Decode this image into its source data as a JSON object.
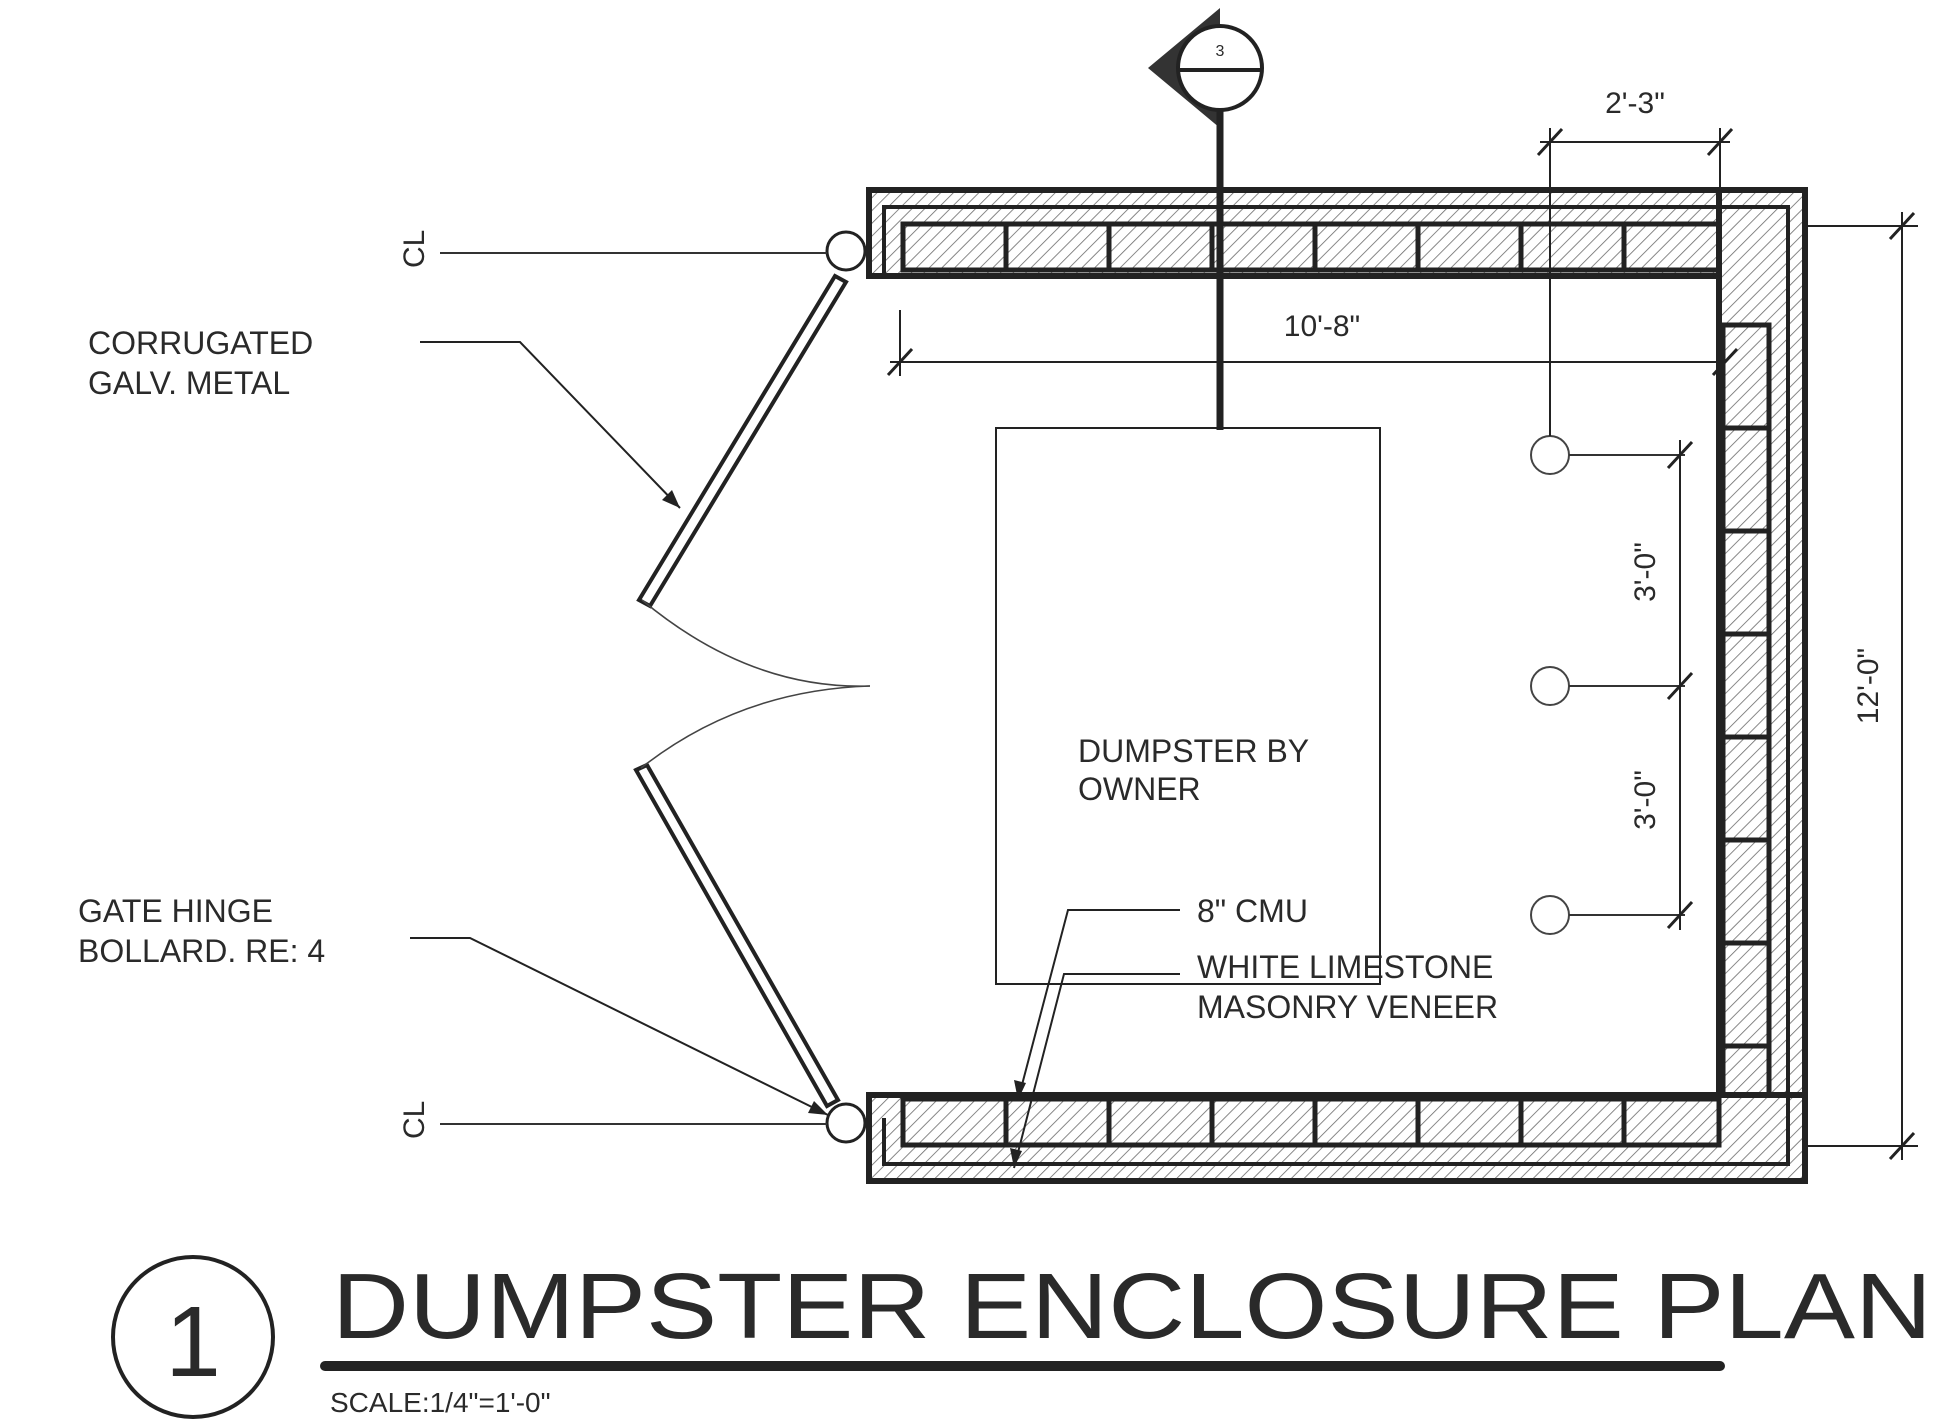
{
  "section_marker": {
    "number": "3"
  },
  "notes": {
    "corrugated": [
      "CORRUGATED",
      "GALV. METAL"
    ],
    "hinge": [
      "GATE HINGE",
      "BOLLARD. RE: 4"
    ],
    "cmu": "8\" CMU",
    "veneer": [
      "WHITE LIMESTONE",
      "MASONRY VENEER"
    ],
    "dumpster": [
      "DUMPSTER BY",
      "OWNER"
    ],
    "centerline": "CL"
  },
  "dimensions": {
    "top_offset": "2'-3\"",
    "interior_width": "10'-8\"",
    "bollard_spacing_1": "3'-0\"",
    "bollard_spacing_2": "3'-0\"",
    "overall_depth": "12'-0\""
  },
  "title": {
    "number": "1",
    "text": "DUMPSTER ENCLOSURE PLAN",
    "scale": "SCALE:1/4\"=1'-0\""
  }
}
